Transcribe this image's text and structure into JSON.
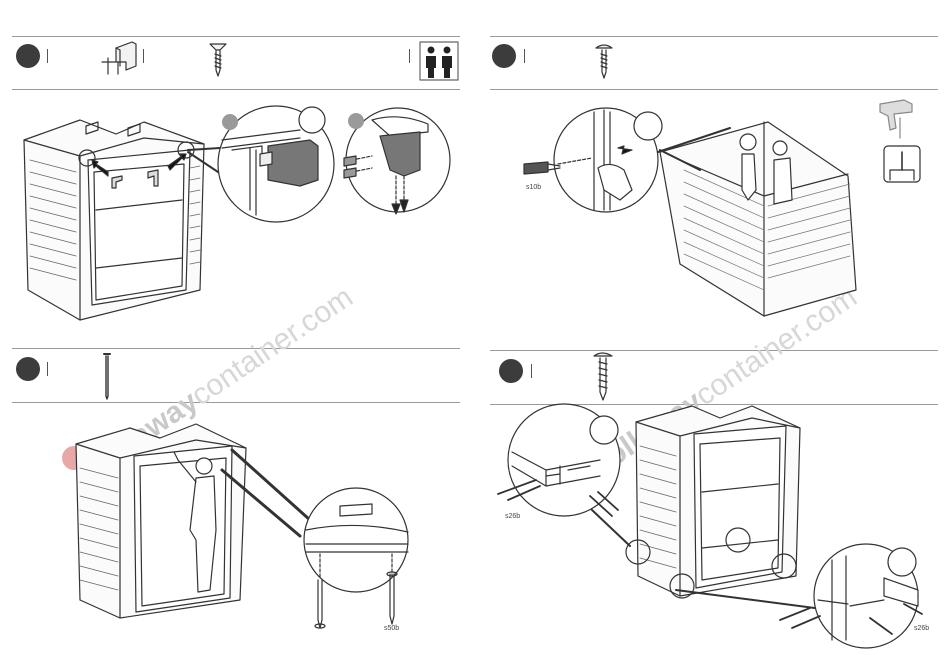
{
  "steps": [
    {
      "id": "step-1",
      "part_labels": [],
      "tools": [
        "bracket-icon",
        "flat-screw-icon"
      ],
      "people": "two-person-icon"
    },
    {
      "id": "step-2",
      "part_labels": [
        "s10b"
      ],
      "tools": [
        "pan-screw-icon"
      ],
      "aside": "drill-icon"
    },
    {
      "id": "step-3",
      "part_labels": [
        "s50b"
      ],
      "tools": [
        "long-nail-icon"
      ]
    },
    {
      "id": "step-4",
      "part_labels": [
        "s26b",
        "s26b"
      ],
      "tools": [
        "wafer-screw-icon"
      ]
    }
  ],
  "watermark": {
    "brand_bold": "rollaway",
    "brand_light": "container.com"
  },
  "colors": {
    "line": "#333333",
    "dot": "#3c3c3c",
    "rule": "#9a9a9a",
    "watermark": "#d0d0d0",
    "logo": "#e8a8a8"
  }
}
